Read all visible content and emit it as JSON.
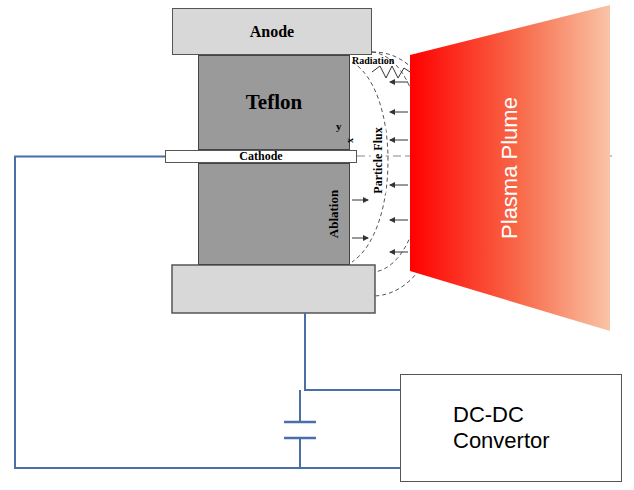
{
  "diagram": {
    "nodes": [
      {
        "text": [
          "Anode"
        ]
      },
      {
        "text": [
          "Teflon"
        ]
      },
      {
        "text": [
          "Cathode"
        ]
      },
      {
        "text": [
          "Ablation"
        ]
      },
      {
        "text": [
          "Plasma Plume"
        ]
      },
      {
        "text": [
          "DC-DC Convertor"
        ]
      }
    ],
    "edges": [
      {
        "from": 2,
        "to": 5,
        "arrow": "none"
      }
    ],
    "labels": [
      "Radiation",
      "y",
      "x",
      "Particle Flux"
    ]
  }
}
